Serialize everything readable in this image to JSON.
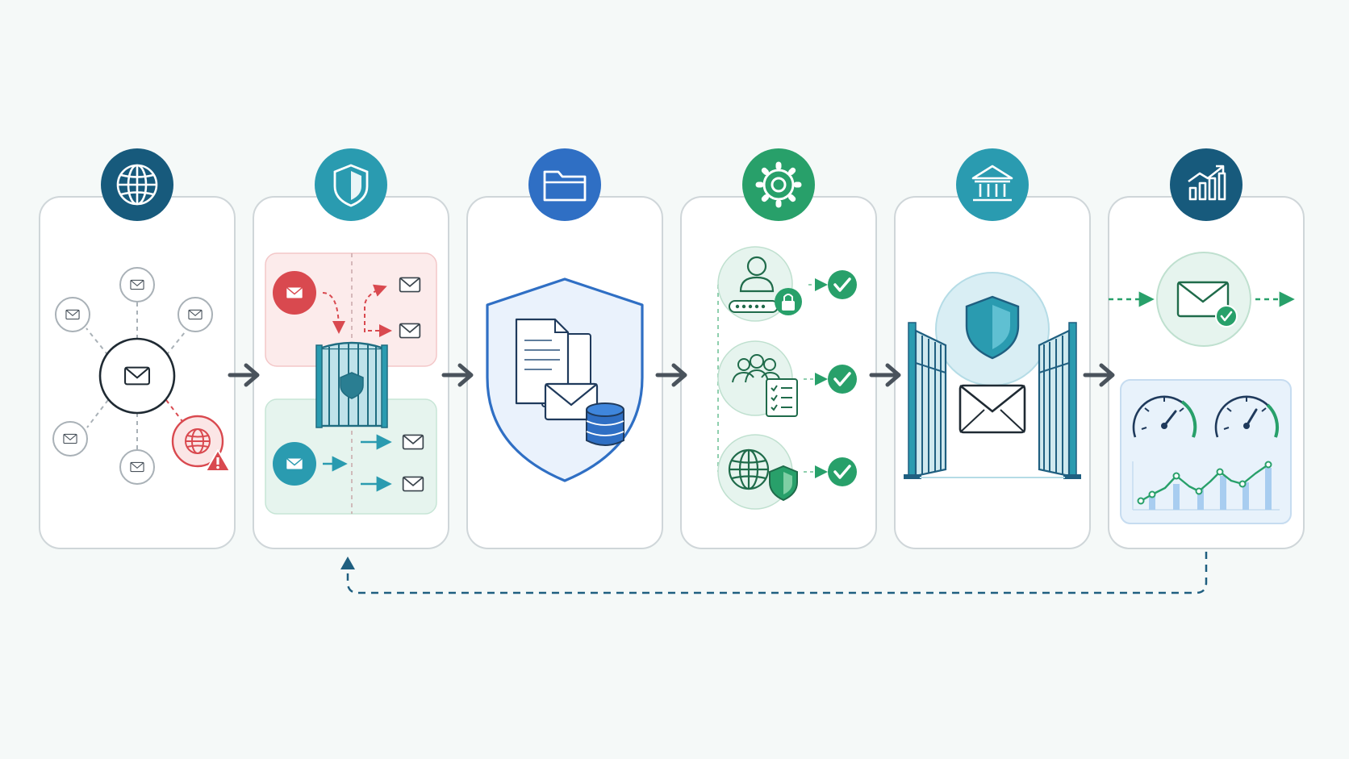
{
  "colors": {
    "background": "#f5f9f8",
    "card_border": "#cfd6d9",
    "card_fill": "#ffffff",
    "navy": "#175a7c",
    "teal": "#2a9bb0",
    "blue": "#2f6fc4",
    "green": "#28a06a",
    "red": "#d9494f",
    "arrow": "#4a535c",
    "loop": "#1f5f80"
  },
  "stages": [
    {
      "id": "inbound-traffic",
      "badge_icon": "globe-icon",
      "badge_color": "#175a7c"
    },
    {
      "id": "filtering-gateway",
      "badge_icon": "shield-icon",
      "badge_color": "#2a9bb0"
    },
    {
      "id": "secure-storage",
      "badge_icon": "folder-icon",
      "badge_color": "#2f6fc4"
    },
    {
      "id": "verification",
      "badge_icon": "gear-icon",
      "badge_color": "#28a06a"
    },
    {
      "id": "trusted-delivery",
      "badge_icon": "bank-icon",
      "badge_color": "#2a9bb0"
    },
    {
      "id": "monitoring",
      "badge_icon": "chart-up-icon",
      "badge_color": "#175a7c"
    }
  ],
  "connectors": [
    "arrow-right-icon",
    "arrow-right-icon",
    "arrow-right-icon",
    "arrow-right-icon",
    "arrow-right-icon"
  ],
  "feedback_loop": {
    "from": "monitoring",
    "to": "filtering-gateway",
    "style": "dashed"
  },
  "verification_checks": [
    {
      "icon": "user-lock-icon",
      "status": "check-icon"
    },
    {
      "icon": "team-checklist-icon",
      "status": "check-icon"
    },
    {
      "icon": "globe-shield-icon",
      "status": "check-icon"
    }
  ]
}
